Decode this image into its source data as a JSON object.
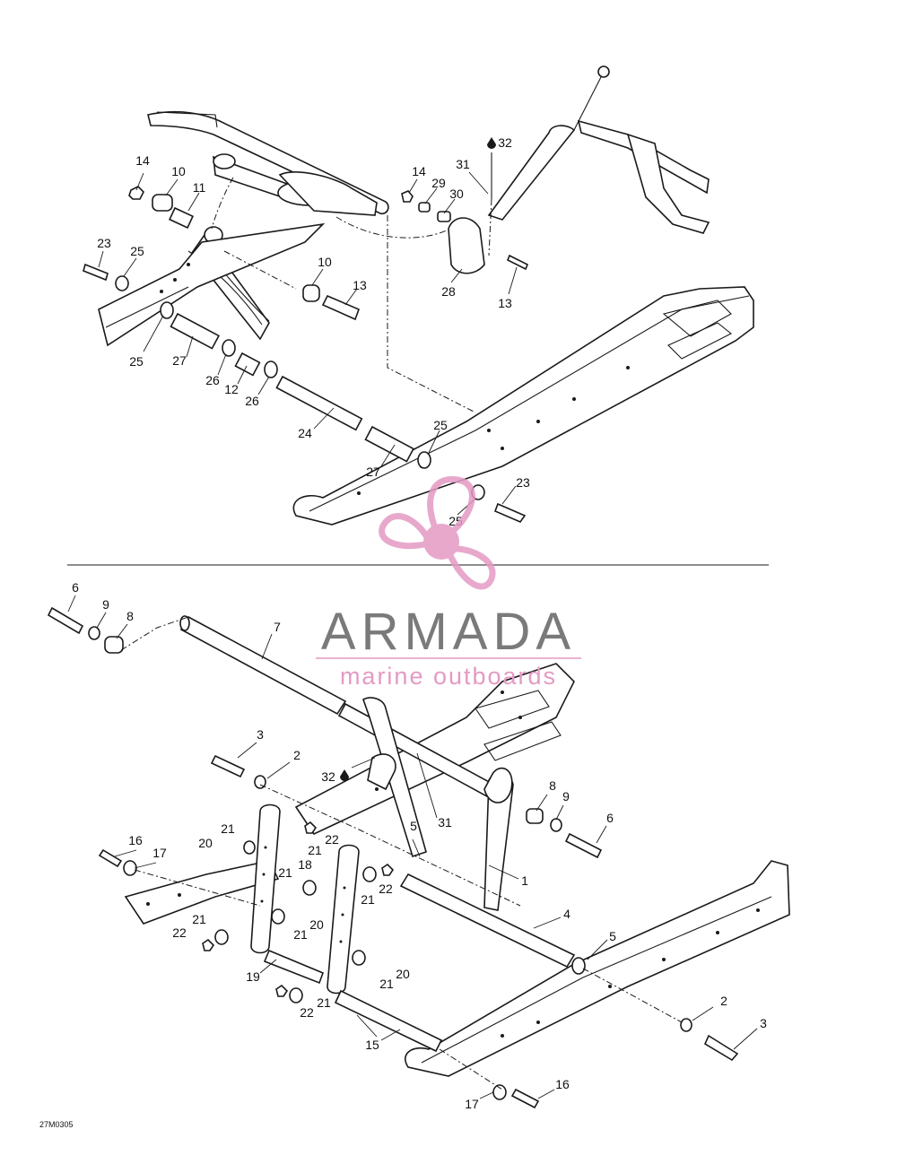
{
  "diagram": {
    "drawing_code": "27M0305",
    "callouts_top": [
      "14",
      "10",
      "11",
      "23",
      "25",
      "25",
      "27",
      "26",
      "12",
      "26",
      "24",
      "10",
      "13",
      "27",
      "25",
      "23",
      "25",
      "14",
      "29",
      "30",
      "31",
      "32",
      "28",
      "13"
    ],
    "callouts_bottom": [
      "6",
      "9",
      "8",
      "7",
      "3",
      "2",
      "32",
      "31",
      "5",
      "1",
      "8",
      "9",
      "6",
      "16",
      "17",
      "21",
      "20",
      "21",
      "22",
      "18",
      "21",
      "22",
      "21",
      "20",
      "21",
      "22",
      "21",
      "19",
      "20",
      "21",
      "22",
      "21",
      "4",
      "5",
      "15",
      "2",
      "3",
      "17",
      "16"
    ]
  },
  "watermark": {
    "brand": "ARMADA",
    "tagline": "marine outboards",
    "colors": {
      "brand_gray": "#7a7a7a",
      "brand_pink": "#e49ac4"
    }
  }
}
